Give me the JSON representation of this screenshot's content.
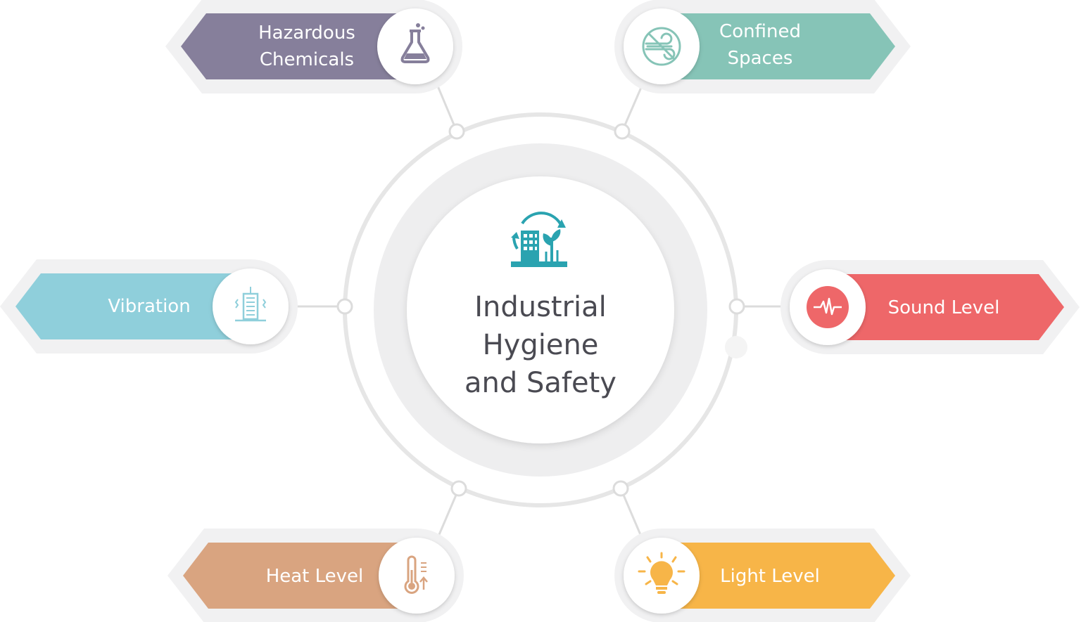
{
  "center": {
    "title_lines": [
      "Industrial",
      "Hygiene",
      "and Safety"
    ],
    "icon": "building-plant-cycle-icon"
  },
  "topics": [
    {
      "id": "hazardous-chemicals",
      "lines": [
        "Hazardous",
        "Chemicals"
      ],
      "icon": "flask-icon",
      "color": "#867f9b"
    },
    {
      "id": "confined-spaces",
      "lines": [
        "Confined",
        "Spaces"
      ],
      "icon": "no-airflow-icon",
      "color": "#86c4b7"
    },
    {
      "id": "vibration",
      "lines": [
        "Vibration"
      ],
      "icon": "vibrating-building-icon",
      "color": "#8fcfdb"
    },
    {
      "id": "sound-level",
      "lines": [
        "Sound Level"
      ],
      "icon": "sound-wave-icon",
      "color": "#ee6769"
    },
    {
      "id": "heat-level",
      "lines": [
        "Heat Level"
      ],
      "icon": "thermometer-icon",
      "color": "#d9a480"
    },
    {
      "id": "light-level",
      "lines": [
        "Light Level"
      ],
      "icon": "light-bulb-icon",
      "color": "#f7b548"
    }
  ]
}
